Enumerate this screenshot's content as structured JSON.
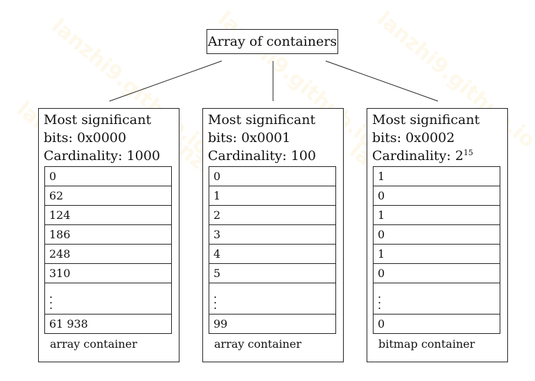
{
  "root": {
    "label": "Array of containers"
  },
  "containers": [
    {
      "line1": "Most significant",
      "line2": "bits: 0x0000",
      "cardinality_label": "Cardinality: 1000",
      "cardinality_base": "",
      "cardinality_exp": "",
      "cells": [
        "0",
        "62",
        "124",
        "186",
        "248",
        "310"
      ],
      "last": "61 938",
      "footer": "array container"
    },
    {
      "line1": "Most significant",
      "line2": "bits: 0x0001",
      "cardinality_label": "Cardinality: 100",
      "cardinality_base": "",
      "cardinality_exp": "",
      "cells": [
        "0",
        "1",
        "2",
        "3",
        "4",
        "5"
      ],
      "last": "99",
      "footer": "array container"
    },
    {
      "line1": "Most significant",
      "line2": "bits: 0x0002",
      "cardinality_label": "Cardinality: 2",
      "cardinality_base": "",
      "cardinality_exp": "15",
      "cells": [
        "1",
        "0",
        "1",
        "0",
        "1",
        "0"
      ],
      "last": "0",
      "footer": "bitmap container"
    }
  ],
  "watermark": "lanzhi9.github.io",
  "colors": {
    "line": "#222222",
    "watermark": "#EBC850"
  }
}
